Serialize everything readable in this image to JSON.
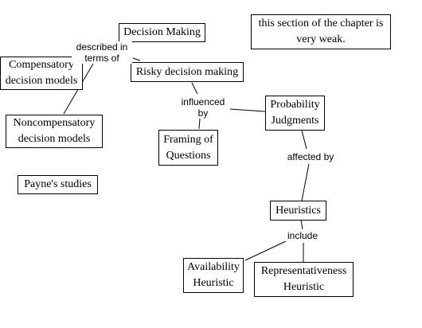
{
  "concept_map": {
    "nodes": {
      "decision_making": "Decision Making",
      "compensatory": "Compensatory decision models",
      "noncompensatory": "Noncompensatory decision models",
      "risky": "Risky decision making",
      "probability": "Probability Judgments",
      "framing": "Framing of Questions",
      "paynes": "Payne's studies",
      "heuristics": "Heuristics",
      "availability": "Availability Heuristic",
      "representativeness": "Representativeness Heuristic",
      "note": "this section of the chapter is very weak."
    },
    "link_labels": {
      "described_in_terms_of": "described in terms of",
      "influenced_by": "influenced by",
      "affected_by": "affected by",
      "include": "include"
    },
    "colors": {
      "line": "#000000",
      "box_border": "#000000",
      "background": "#ffffff"
    }
  }
}
